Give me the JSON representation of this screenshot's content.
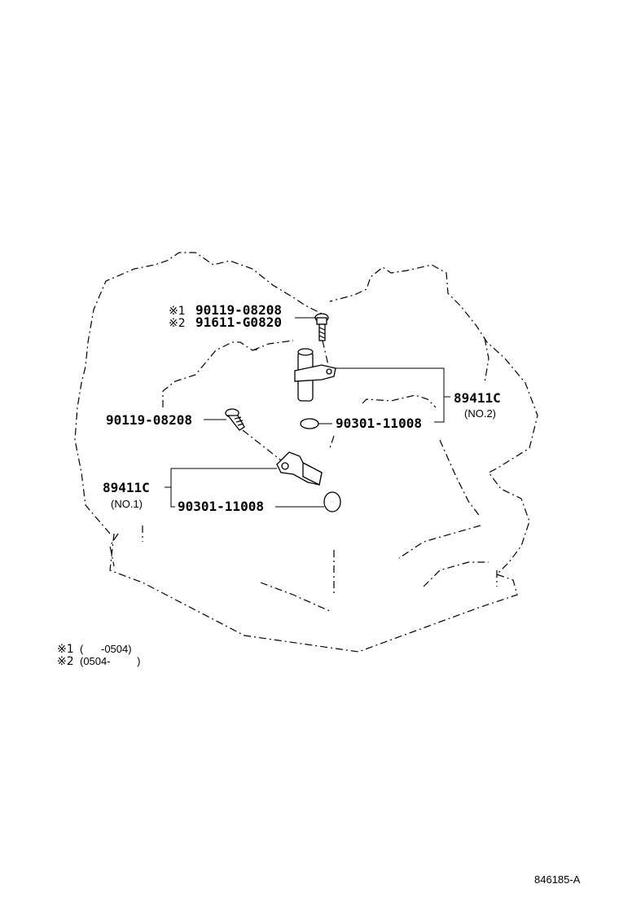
{
  "diagram": {
    "labels": {
      "note1_bolt": "90119-08208",
      "note2_bolt": "91611-G0820",
      "sensor_no2": "89411C",
      "sensor_no2_sub": "(NO.2)",
      "oring_no2": "90301-11008",
      "bolt_no1": "90119-08208",
      "sensor_no1": "89411C",
      "sensor_no1_sub": "(NO.1)",
      "oring_no1": "90301-11008"
    },
    "marks": {
      "mark1": "※1",
      "mark2": "※2"
    },
    "footnotes": {
      "note1_mark": "※1",
      "note1_text": "(      -0504)",
      "note2_mark": "※2",
      "note2_text": "(0504-         )"
    },
    "figure_id": "846185-A"
  }
}
